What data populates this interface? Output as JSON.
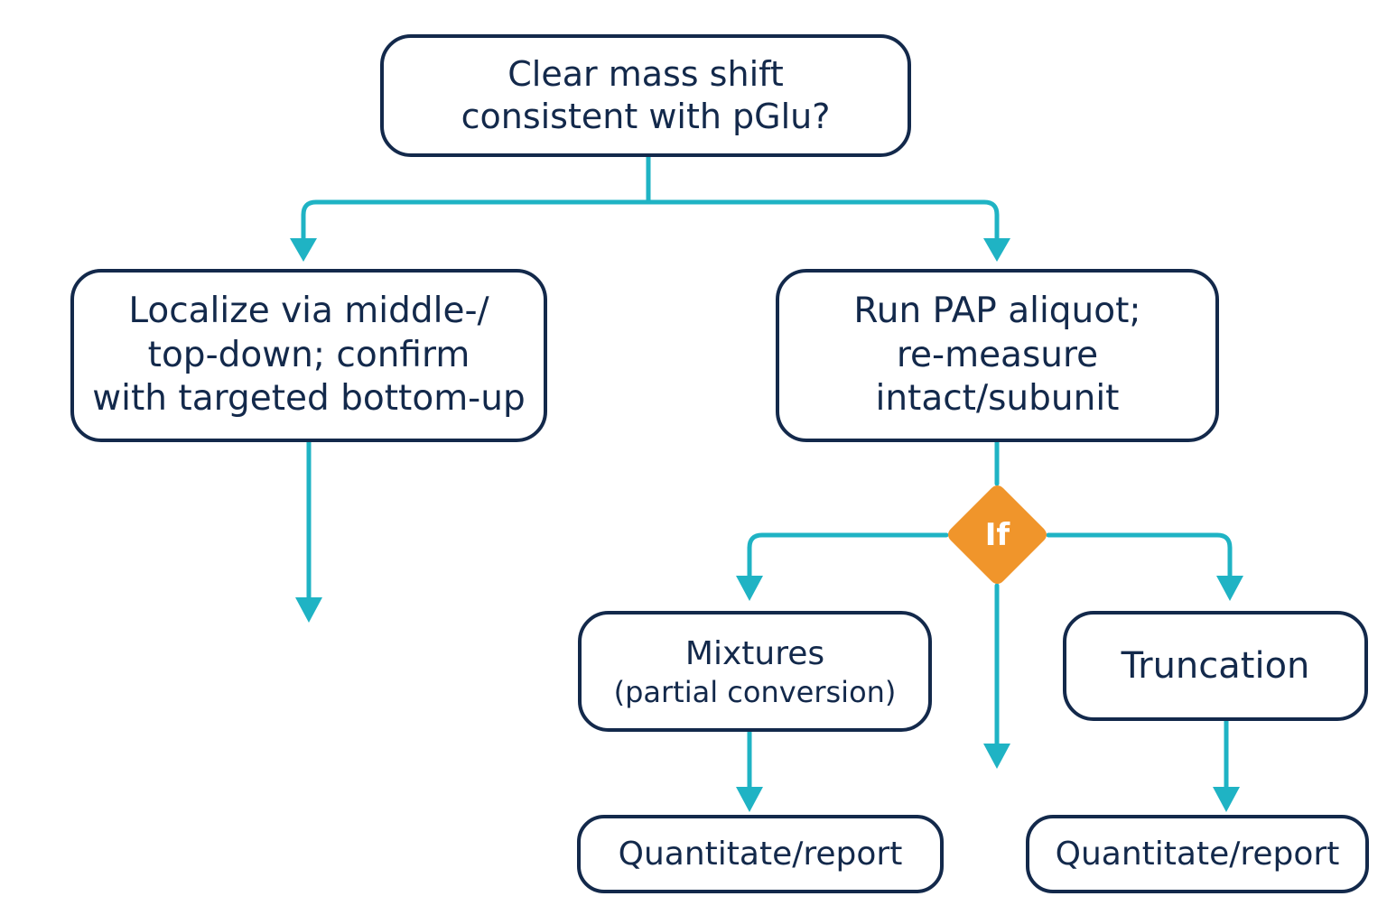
{
  "colors": {
    "node_border": "#13294b",
    "node_text": "#13294b",
    "connector": "#1fb3c4",
    "decision_fill": "#f0952b",
    "decision_text": "#ffffff",
    "background": "#ffffff"
  },
  "nodes": {
    "question": {
      "lines": [
        "Clear mass shift",
        "consistent with pGlu?"
      ]
    },
    "localize": {
      "lines": [
        "Localize via middle-/",
        "top-down; confirm",
        "with targeted bottom-up"
      ]
    },
    "pap": {
      "lines": [
        "Run PAP aliquot;",
        "re-measure",
        "intact/subunit"
      ]
    },
    "decision": {
      "label": "If"
    },
    "mixtures": {
      "lines": [
        "Mixtures",
        "(partial conversion)"
      ]
    },
    "truncation": {
      "label": "Truncation"
    },
    "quant_left": {
      "label": "Quantitate/report"
    },
    "quant_right": {
      "label": "Quantitate/report"
    }
  }
}
